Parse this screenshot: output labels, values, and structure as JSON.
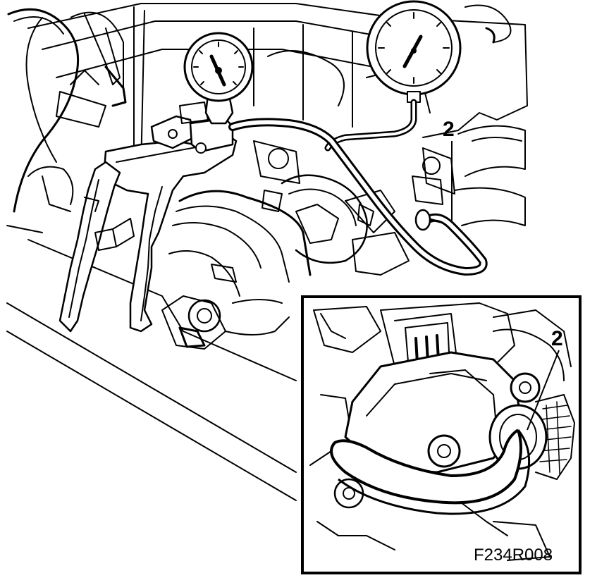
{
  "main_view": {
    "callout_label": "2"
  },
  "detail_inset": {
    "callout_label": "2"
  },
  "figure_code": "F234R008",
  "colors": {
    "ink": "#000000",
    "paper": "#ffffff"
  },
  "icons": {
    "gauge": "pressure-gauge-icon",
    "pump": "hand-vacuum-pump-icon",
    "hose": "hose-icon"
  }
}
